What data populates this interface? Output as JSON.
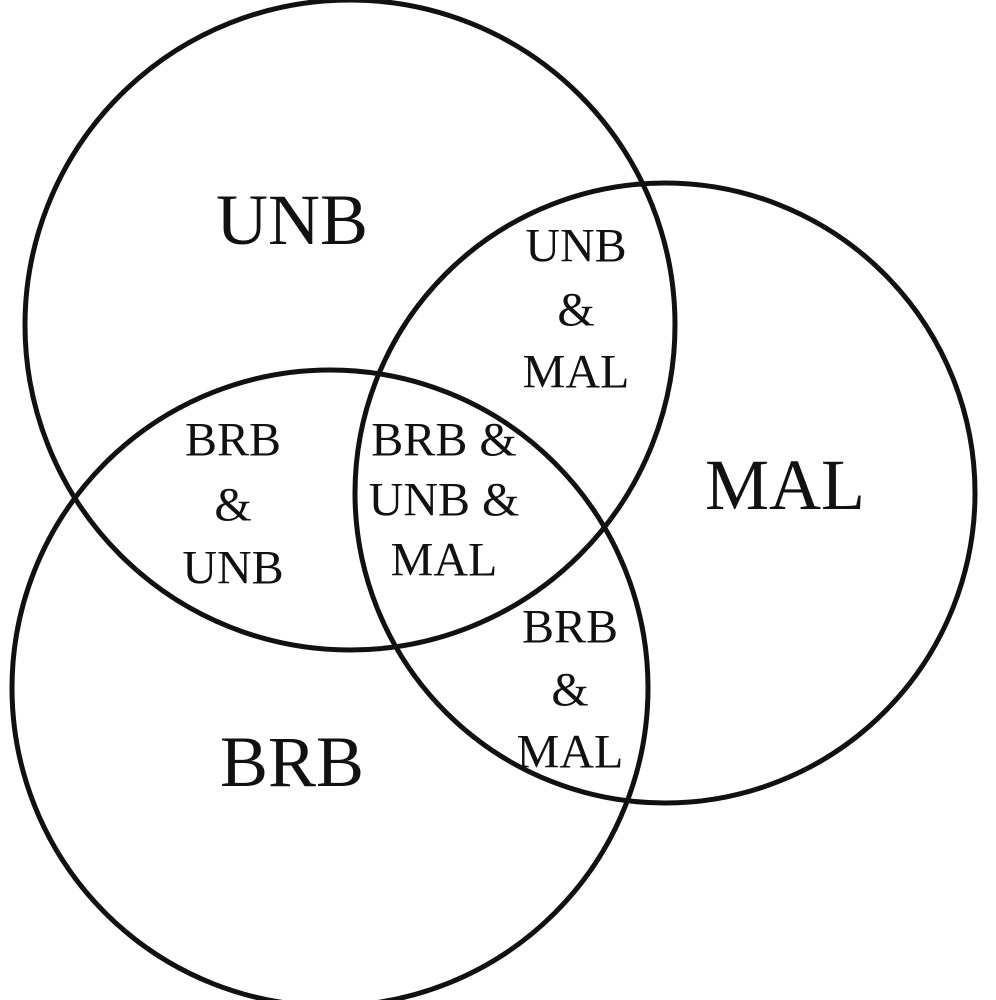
{
  "diagram": {
    "sets": {
      "unb": "UNB",
      "mal": "MAL",
      "brb": "BRB"
    },
    "regions": {
      "unb_mal": [
        "UNB",
        "&",
        "MAL"
      ],
      "brb_unb": [
        "BRB",
        "&",
        "UNB"
      ],
      "brb_unb_mal": [
        "BRB &",
        "UNB &",
        "MAL"
      ],
      "brb_mal": [
        "BRB",
        "&",
        "MAL"
      ]
    },
    "colors": {
      "stroke": "#111111",
      "background": "#ffffff"
    }
  }
}
